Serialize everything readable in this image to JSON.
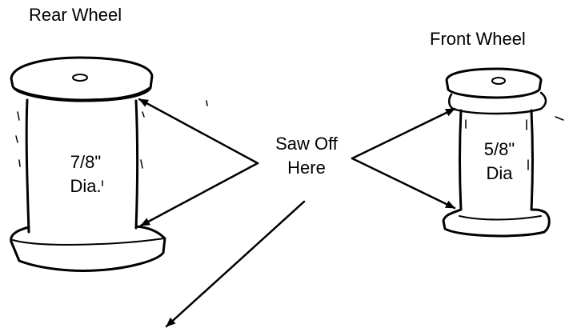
{
  "rear_wheel": {
    "title": "Rear Wheel",
    "diameter_value": "7/8\"",
    "diameter_unit": "Dia."
  },
  "front_wheel": {
    "title": "Front Wheel",
    "diameter_value": "5/8\"",
    "diameter_unit": "Dia"
  },
  "saw_callout": {
    "line1": "Saw Off",
    "line2": "Here"
  },
  "colors": {
    "ink": "#000000",
    "paper": "#ffffff"
  }
}
